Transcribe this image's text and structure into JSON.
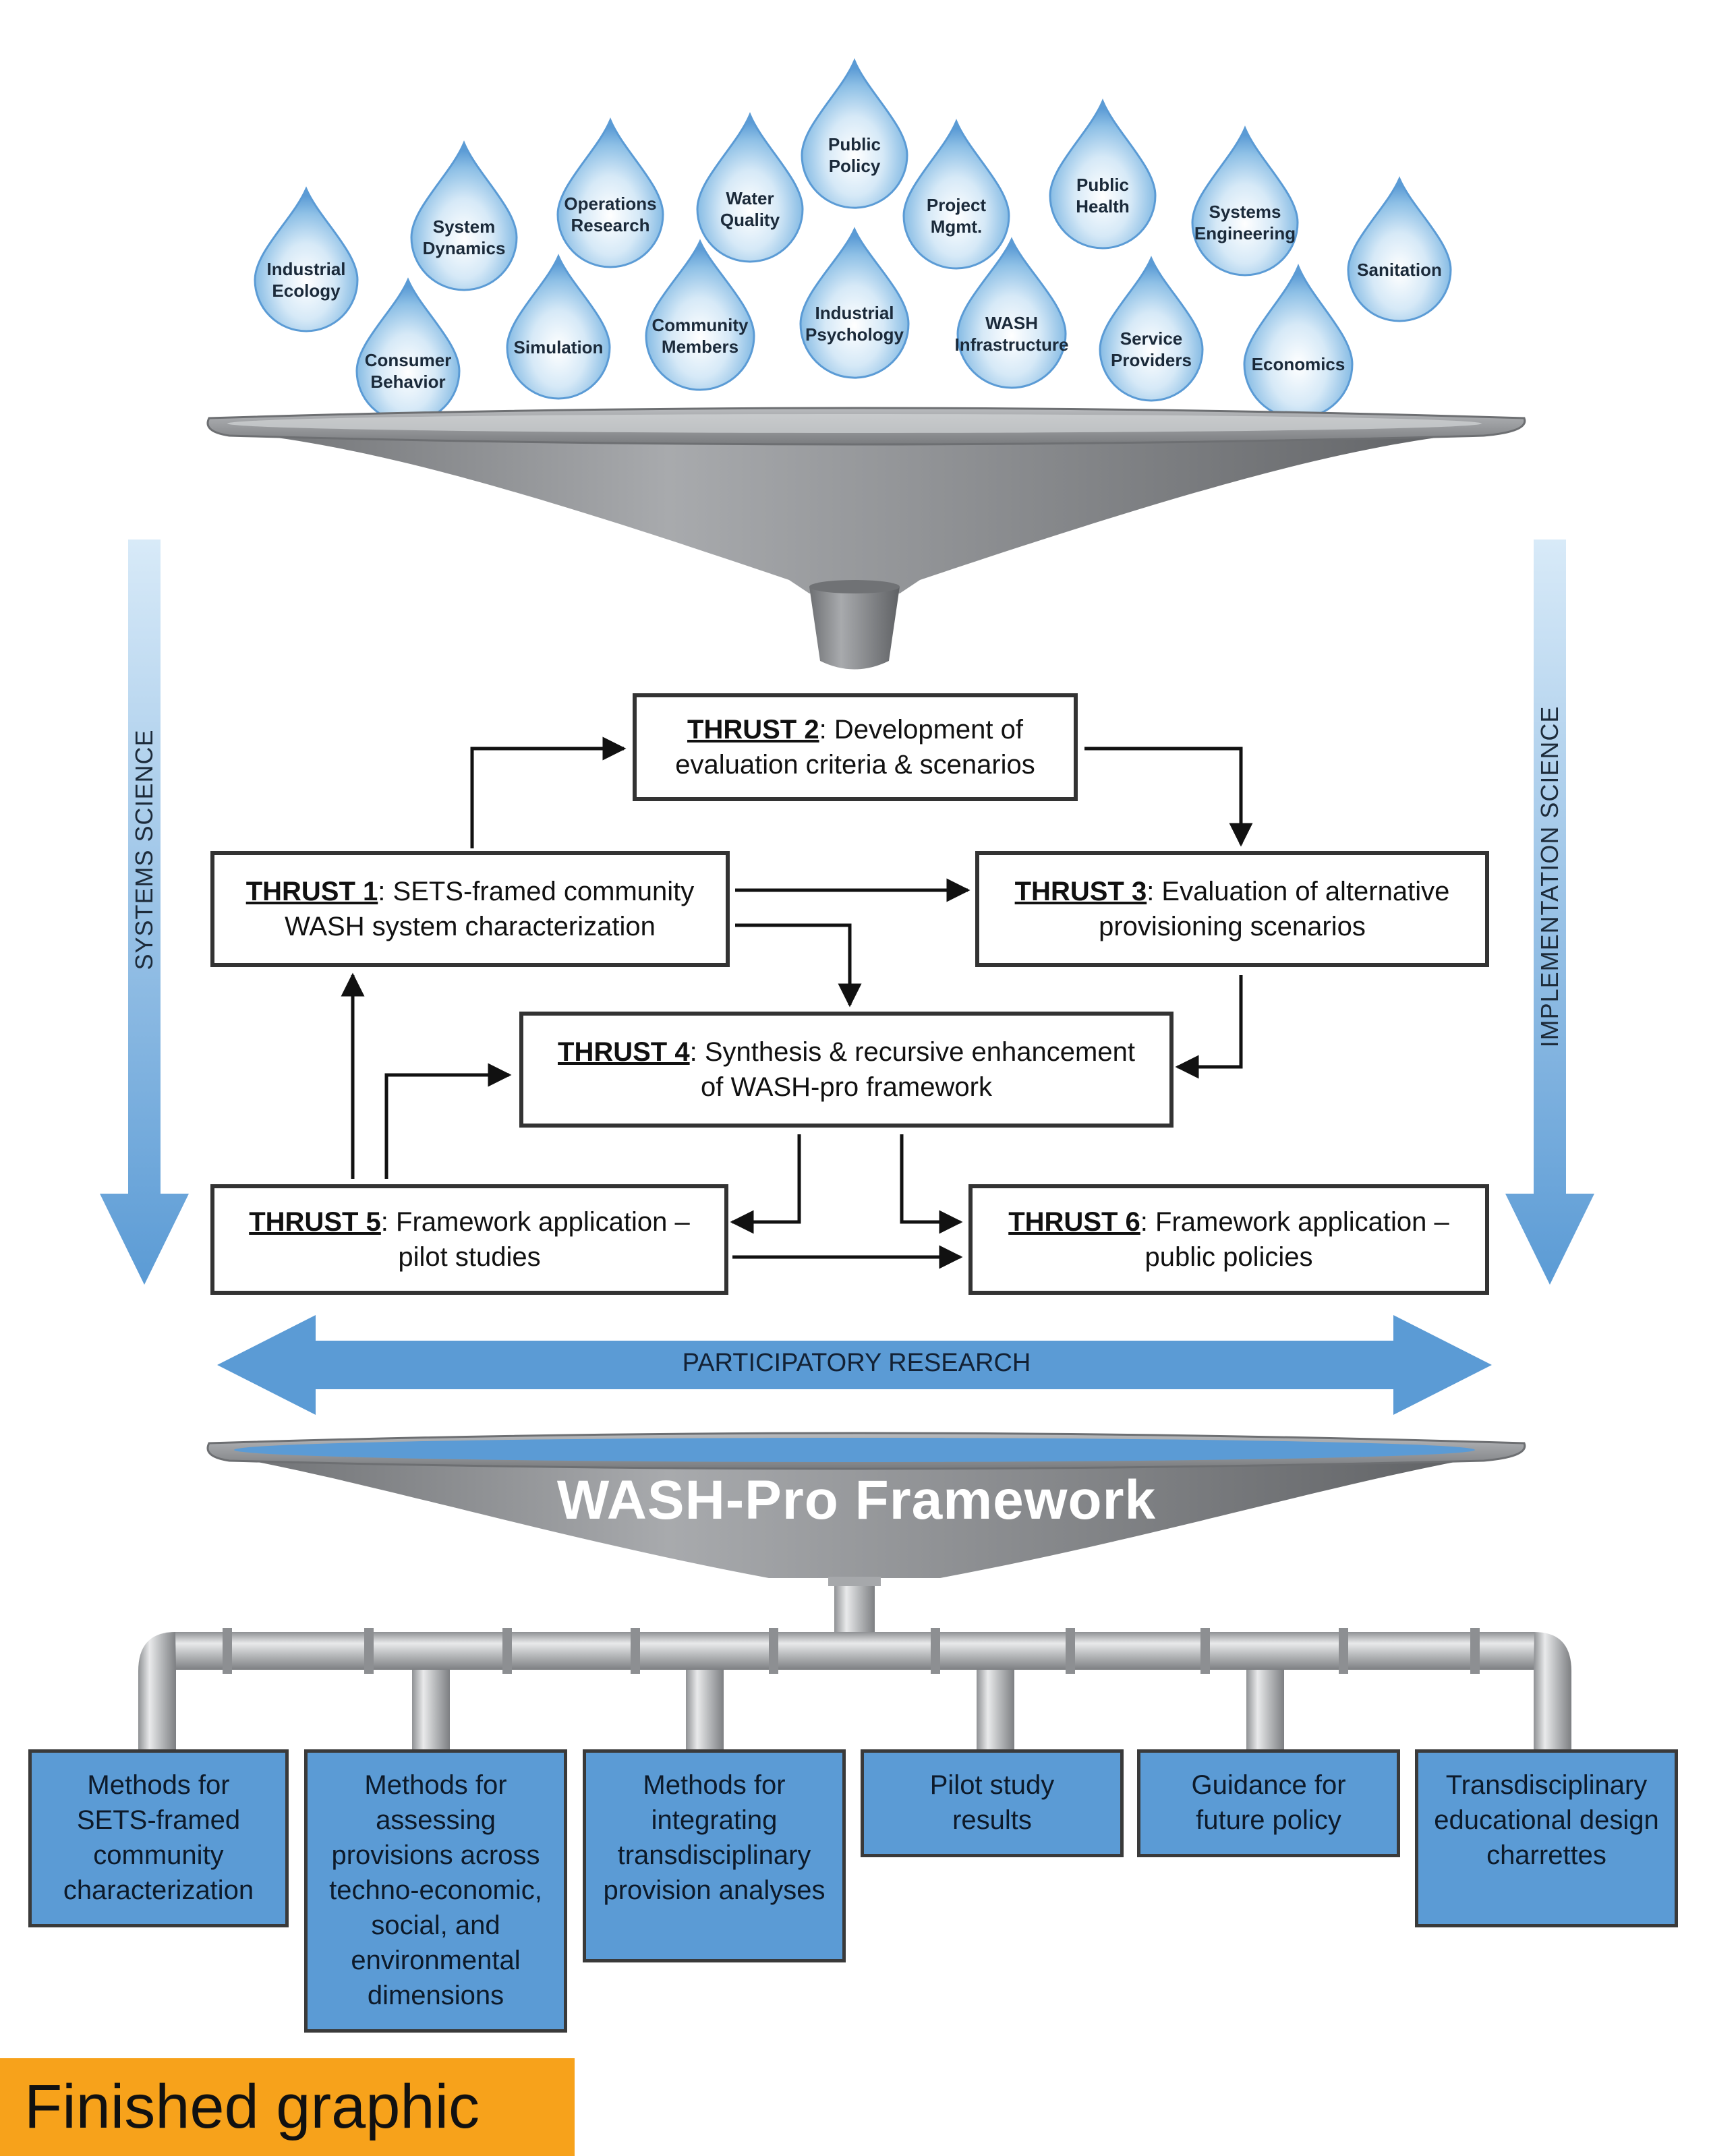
{
  "drops": [
    {
      "id": "public-policy",
      "lines": [
        "Public",
        "Policy"
      ]
    },
    {
      "id": "water-quality",
      "lines": [
        "Water",
        "Quality"
      ]
    },
    {
      "id": "project-mgmt",
      "lines": [
        "Project",
        "Mgmt."
      ]
    },
    {
      "id": "operations-research",
      "lines": [
        "Operations",
        "Research"
      ]
    },
    {
      "id": "public-health",
      "lines": [
        "Public",
        "Health"
      ]
    },
    {
      "id": "system-dynamics",
      "lines": [
        "System",
        "Dynamics"
      ]
    },
    {
      "id": "systems-engineering",
      "lines": [
        "Systems",
        "Engineering"
      ]
    },
    {
      "id": "industrial-ecology",
      "lines": [
        "Industrial",
        "Ecology"
      ]
    },
    {
      "id": "sanitation",
      "lines": [
        "Sanitation"
      ]
    },
    {
      "id": "industrial-psychology",
      "lines": [
        "Industrial",
        "Psychology"
      ]
    },
    {
      "id": "community-members",
      "lines": [
        "Community",
        "Members"
      ]
    },
    {
      "id": "wash-infrastructure",
      "lines": [
        "WASH",
        "Infrastructure"
      ]
    },
    {
      "id": "simulation",
      "lines": [
        "Simulation"
      ]
    },
    {
      "id": "service-providers",
      "lines": [
        "Service",
        "Providers"
      ]
    },
    {
      "id": "consumer-behavior",
      "lines": [
        "Consumer",
        "Behavior"
      ]
    },
    {
      "id": "economics",
      "lines": [
        "Economics"
      ]
    }
  ],
  "side_labels": {
    "left": "SYSTEMS SCIENCE",
    "right": "IMPLEMENTATION SCIENCE"
  },
  "thrusts": {
    "t1": {
      "label": "THRUST 1",
      "line1": ": SETS-framed community",
      "line2": "WASH system characterization"
    },
    "t2": {
      "label": "THRUST 2",
      "line1": ": Development of",
      "line2": "evaluation criteria & scenarios"
    },
    "t3": {
      "label": "THRUST 3",
      "line1": ": Evaluation of alternative",
      "line2": "provisioning scenarios"
    },
    "t4": {
      "label": "THRUST 4",
      "line1": ": Synthesis & recursive enhancement",
      "line2": "of WASH-pro framework"
    },
    "t5": {
      "label": "THRUST 5",
      "line1": ": Framework application –",
      "line2": "pilot studies"
    },
    "t6": {
      "label": "THRUST 6",
      "line1": ": Framework application –",
      "line2": "public policies"
    }
  },
  "participatory": "PARTICIPATORY RESEARCH",
  "framework_title": "WASH-Pro Framework",
  "outputs": [
    {
      "id": "sets",
      "text": "Methods for SETS-framed community characterization"
    },
    {
      "id": "assessing",
      "text": "Methods for assessing provisions across techno-economic, social, and environmental dimensions"
    },
    {
      "id": "integrating",
      "text": "Methods for integrating transdisciplinary provision analyses"
    },
    {
      "id": "pilot",
      "text": "Pilot study results"
    },
    {
      "id": "guidance",
      "text": "Guidance for future policy"
    },
    {
      "id": "charrettes",
      "text": "Transdisciplinary educational design charrettes"
    }
  ],
  "tag": "Finished graphic",
  "colors": {
    "drop_blue": "#5b9bd5",
    "funnel_gray": "#8a8c8f",
    "output_blue": "#5b9bd5",
    "tag_orange": "#f7a21b"
  }
}
